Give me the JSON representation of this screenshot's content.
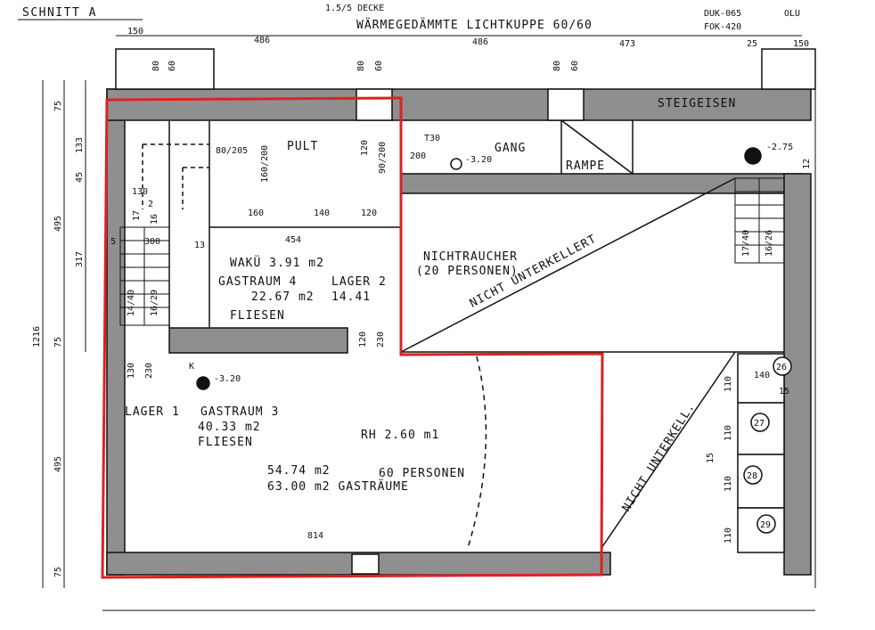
{
  "top": {
    "section_label": "SCHNITT A",
    "ceiling_note": "1.5/5 DECKE",
    "skylight": "WÄRMEGEDÄMMTE LICHTKUPPE 60/60",
    "duct1": "DUK-065",
    "duct2": "FOK-420",
    "corner": "OLU"
  },
  "dims_top": [
    "150",
    "486",
    "486",
    "473",
    "25",
    "150"
  ],
  "dims_openings": [
    "80",
    "60",
    "80",
    "60",
    "80",
    "60"
  ],
  "dims_left": [
    "75",
    "133",
    "45",
    "495",
    "317",
    "1216",
    "75",
    "495",
    "75"
  ],
  "labels": {
    "steigeisen": "STEIGEISEN",
    "pult": "PULT",
    "gang": "GANG",
    "rampe": "RAMPE",
    "t30": "T30",
    "door_200": "200",
    "level_320_top": "-3.20",
    "level_275": "-2.75",
    "level_320_bottom": "-3.20",
    "nichtraucher": "NICHTRAUCHER",
    "personen20": "(20 PERSONEN)",
    "nicht_unterkellert_1": "NICHT UNTERKELLERT",
    "nicht_unterkellert_2": "NICHT UNTERKELL.",
    "waku": "WAKÜ 3.91 m2",
    "gastraum4": "GASTRAUM 4",
    "lager2": "LAGER 2",
    "area_2267": "22.67 m2",
    "val_1441": "14.41",
    "fliesen_1": "FLIESEN",
    "lager1": "LAGER 1",
    "gastraum3": "GASTRAUM 3",
    "area_4033": "40.33 m2",
    "fliesen_2": "FLIESEN",
    "rh": "RH 2.60 m1",
    "area_5474": "54.74 m2",
    "personen60": "60 PERSONEN",
    "total": "63.00 m2 GASTRÄUME",
    "k_mark": "K"
  },
  "inner_dims": {
    "d160_200": "160/200",
    "d120": "120",
    "d90_200": "90/200",
    "d80_205": "80/205",
    "d130": "130",
    "d17": "17",
    "d16": "16",
    "d2": "2",
    "d300": "300",
    "d13": "13",
    "d5": "5",
    "d160": "160",
    "d140": "140",
    "d120b": "120",
    "d454": "454",
    "d14_40": "14/40",
    "d16_29": "16/29",
    "d120c": "120",
    "d230": "230",
    "d130b": "130",
    "d230b": "230",
    "d814": "814",
    "d17_40": "17/40",
    "d16_26": "16/26",
    "d12": "12"
  },
  "boxes": {
    "b26": "26",
    "b27": "27",
    "b28": "28",
    "b29": "29",
    "w140": "140",
    "w15a": "15",
    "w110a": "110",
    "w110b": "110",
    "w110c": "110",
    "w15b": "15",
    "w110d": "110"
  },
  "colors": {
    "highlight": "#e02020",
    "wall_fill": "#8f8f8f",
    "line": "#111111"
  }
}
